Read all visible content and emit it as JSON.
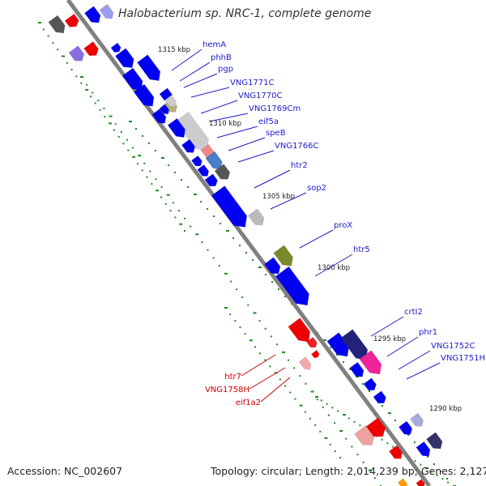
{
  "header": {
    "title": "Halobacterium sp. NRC-1, complete genome"
  },
  "footer": {
    "accession": "Accession: NC_002607",
    "summary": "Topology: circular; Length: 2,014,239 bp; Genes: 2,127"
  },
  "colors": {
    "backbone": "#808080",
    "gene_plus": "#0000ee",
    "gene_minus": "#ee0000",
    "label_plus": "#1c1cc8",
    "label_minus": "#cc0000",
    "ticks": "#1f8a1f",
    "rna": "#7a8a2a",
    "mobile": "#aaaaaa",
    "highlight_pink": "#ee2299",
    "dark_navy": "#22227a"
  },
  "kbp_marks": [
    "1315 kbp",
    "1310 kbp",
    "1305 kbp",
    "1300 kbp",
    "1295 kbp",
    "1290 kbp"
  ],
  "gene_labels_plus": [
    "hemA",
    "phhB",
    "pgp",
    "VNG1771C",
    "VNG1770C",
    "VNG1769Cm",
    "eif5a",
    "speB",
    "VNG1766C",
    "htr2",
    "sop2",
    "proX",
    "htr5",
    "crtI2",
    "phr1",
    "VNG1752C",
    "VNG1751H"
  ],
  "gene_labels_minus": [
    "htr7",
    "VNG1758H",
    "eif1a2"
  ]
}
